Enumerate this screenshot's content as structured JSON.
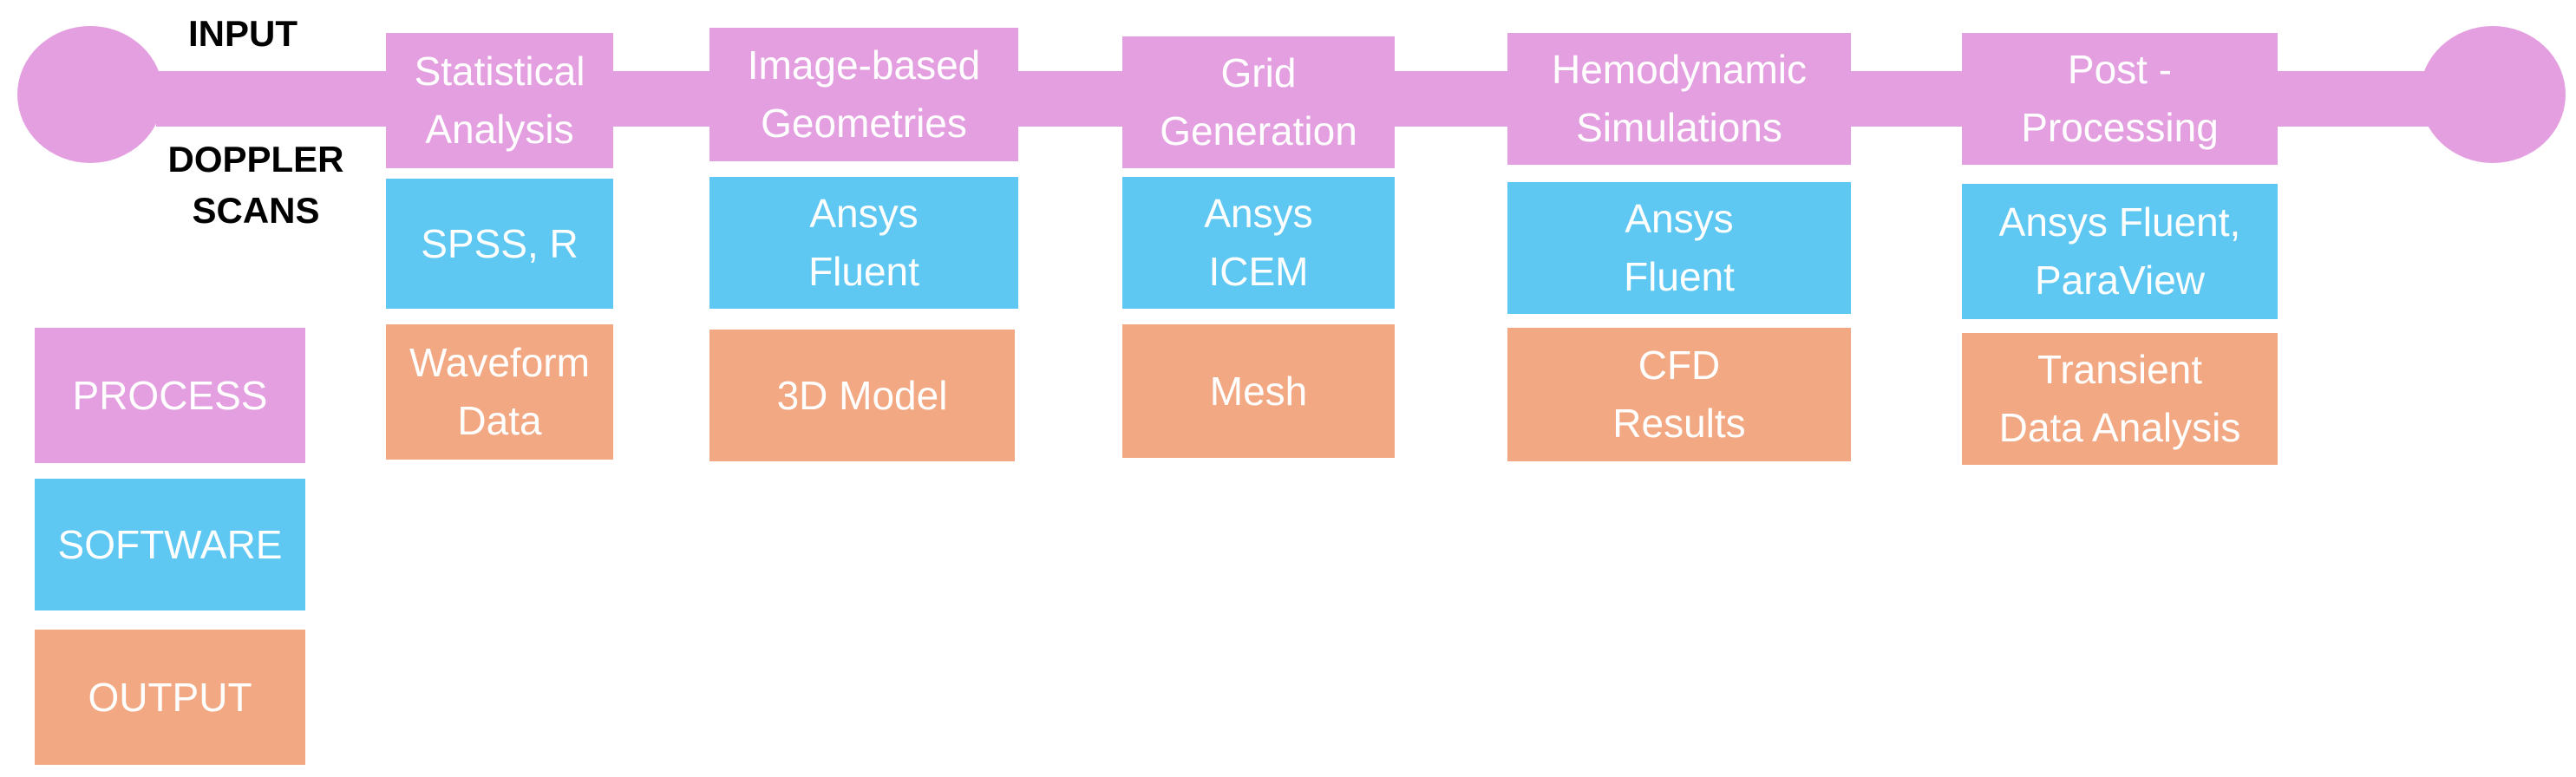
{
  "colors": {
    "process": "#e39fdf",
    "software": "#5ec8f2",
    "output": "#f2a882"
  },
  "input_label": "INPUT",
  "doppler_label": "DOPPLER\nSCANS",
  "stages": [
    {
      "process": "Statistical\nAnalysis",
      "software": "SPSS, R",
      "output": "Waveform\nData"
    },
    {
      "process": "Image-based\nGeometries",
      "software": "Ansys\nFluent",
      "output": "3D Model"
    },
    {
      "process": "Grid\nGeneration",
      "software": "Ansys\nICEM",
      "output": "Mesh"
    },
    {
      "process": "Hemodynamic\nSimulations",
      "software": "Ansys\nFluent",
      "output": "CFD\nResults"
    },
    {
      "process": "Post -\nProcessing",
      "software": "Ansys Fluent,\nParaView",
      "output": "Transient\nData Analysis"
    }
  ],
  "legend": {
    "process": "PROCESS",
    "software": "SOFTWARE",
    "output": "OUTPUT"
  }
}
